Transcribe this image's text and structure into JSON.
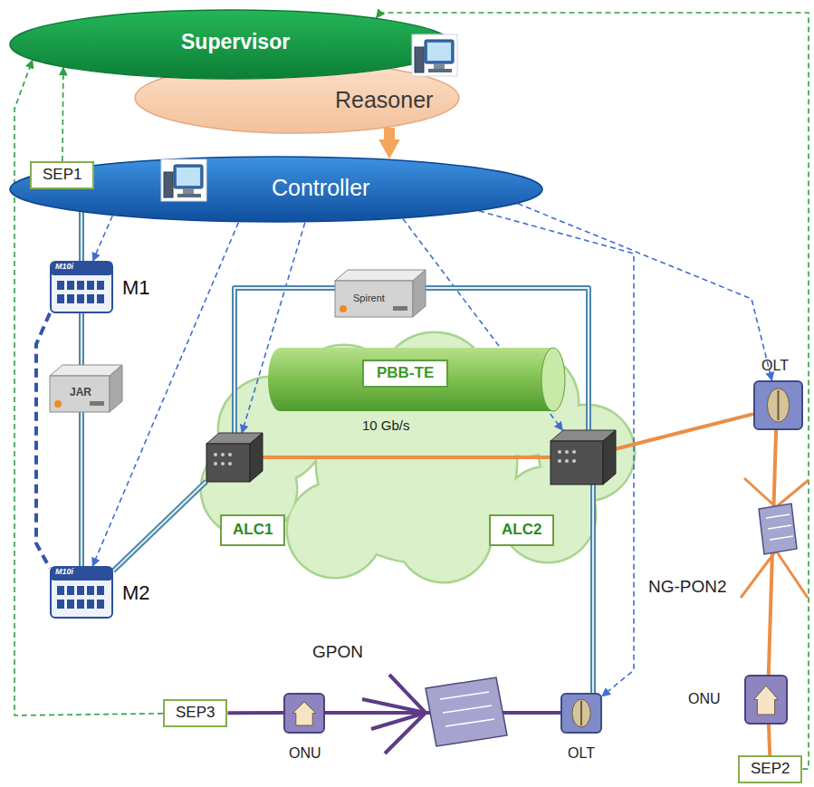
{
  "diagram": {
    "nodes": [
      {
        "text": [
          "Supervisor"
        ]
      },
      {
        "text": [
          "Reasoner"
        ]
      },
      {
        "text": [
          "Controller"
        ]
      },
      {
        "text": [
          "SEP1"
        ]
      },
      {
        "text": [
          "Spirent"
        ]
      },
      {
        "text": [
          "M10i",
          "M1"
        ]
      },
      {
        "text": [
          "PBB-TE"
        ]
      },
      {
        "text": [
          "JAR"
        ]
      },
      {
        "text": [
          "ALC1"
        ]
      },
      {
        "text": [
          "ALC2"
        ]
      },
      {
        "text": [
          "OLT"
        ]
      },
      {
        "text": [
          "M10i",
          "M2"
        ]
      },
      {
        "text": [
          "SEP3"
        ]
      },
      {
        "text": [
          "ONU"
        ]
      },
      {
        "text": [
          "OLT"
        ]
      },
      {
        "text": [
          "ONU"
        ]
      },
      {
        "text": [
          "SEP2"
        ]
      }
    ],
    "edges": [
      {
        "from": 1,
        "to": 2,
        "arrow": "to"
      },
      {
        "from": 2,
        "to": 5,
        "arrow": "to"
      },
      {
        "from": 2,
        "to": 11,
        "arrow": "to"
      },
      {
        "from": 2,
        "to": 8,
        "arrow": "to"
      },
      {
        "from": 2,
        "to": 9,
        "arrow": "to"
      },
      {
        "from": 2,
        "to": 14,
        "arrow": "to"
      },
      {
        "from": 2,
        "to": 10,
        "arrow": "to"
      },
      {
        "from": 3,
        "to": 0,
        "arrow": "to"
      },
      {
        "from": 12,
        "to": 0,
        "arrow": "to"
      },
      {
        "from": 16,
        "to": 0,
        "arrow": "to"
      },
      {
        "from": 3,
        "to": 5,
        "arrow": "none"
      },
      {
        "from": 5,
        "to": 7,
        "arrow": "none"
      },
      {
        "from": 7,
        "to": 11,
        "arrow": "none"
      },
      {
        "from": 5,
        "to": 11,
        "arrow": "none"
      },
      {
        "from": 11,
        "to": 8,
        "arrow": "none"
      },
      {
        "from": 8,
        "to": 4,
        "arrow": "none"
      },
      {
        "from": 4,
        "to": 9,
        "arrow": "none"
      },
      {
        "from": 8,
        "to": 9,
        "arrow": "none"
      },
      {
        "from": 9,
        "to": 10,
        "arrow": "none"
      },
      {
        "from": 9,
        "to": 14,
        "arrow": "none"
      },
      {
        "from": 14,
        "to": 13,
        "arrow": "none"
      },
      {
        "from": 13,
        "to": 12,
        "arrow": "none"
      },
      {
        "from": 10,
        "to": 15,
        "arrow": "none"
      },
      {
        "from": 15,
        "to": 16,
        "arrow": "none"
      }
    ],
    "labels": [
      "10 Gb/s",
      "NG-PON2",
      "GPON"
    ]
  }
}
